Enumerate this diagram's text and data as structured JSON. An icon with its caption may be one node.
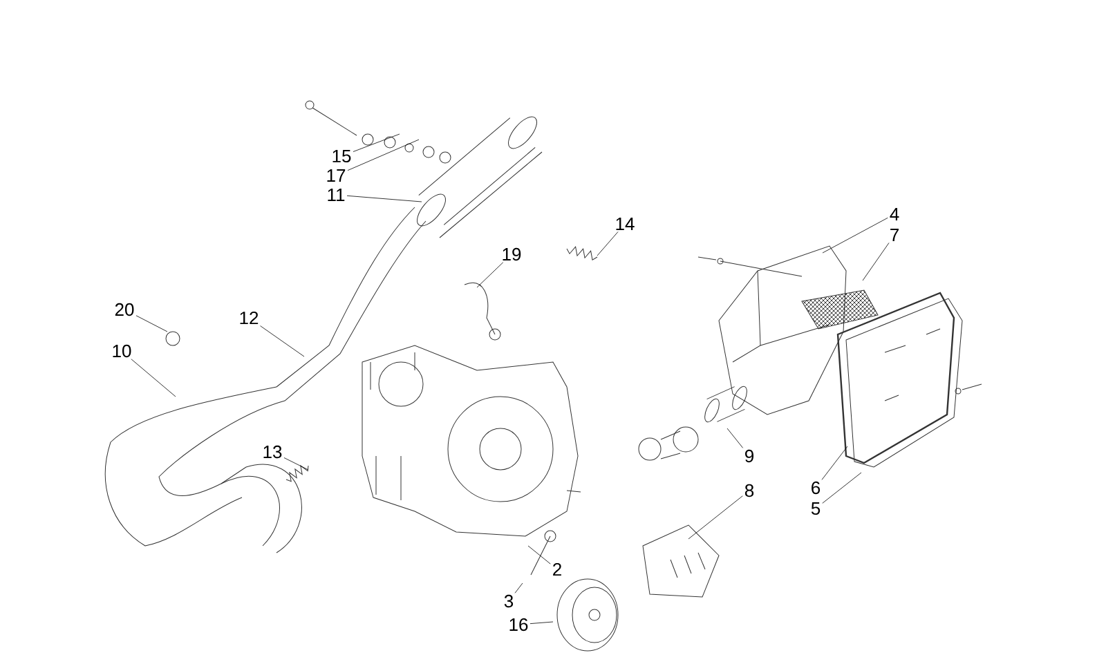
{
  "diagram": {
    "nodes": [
      {
        "text": [
          "15"
        ]
      },
      {
        "text": [
          "17"
        ]
      },
      {
        "text": [
          "11"
        ]
      },
      {
        "text": [
          "14"
        ]
      },
      {
        "text": [
          "4"
        ]
      },
      {
        "text": [
          "7"
        ]
      },
      {
        "text": [
          "19"
        ]
      },
      {
        "text": [
          "20"
        ]
      },
      {
        "text": [
          "10"
        ]
      },
      {
        "text": [
          "12"
        ]
      },
      {
        "text": [
          "13"
        ]
      },
      {
        "text": [
          "9"
        ]
      },
      {
        "text": [
          "8"
        ]
      },
      {
        "text": [
          "6"
        ]
      },
      {
        "text": [
          "5"
        ]
      },
      {
        "text": [
          "2"
        ]
      },
      {
        "text": [
          "3"
        ]
      },
      {
        "text": [
          "16"
        ]
      }
    ],
    "edges": [
      {
        "from": 0,
        "to": null,
        "arrow": "none"
      },
      {
        "from": 1,
        "to": null,
        "arrow": "none"
      },
      {
        "from": 2,
        "to": null,
        "arrow": "none"
      },
      {
        "from": 3,
        "to": null,
        "arrow": "none"
      },
      {
        "from": 4,
        "to": null,
        "arrow": "none"
      },
      {
        "from": 5,
        "to": null,
        "arrow": "none"
      },
      {
        "from": 6,
        "to": null,
        "arrow": "none"
      },
      {
        "from": 7,
        "to": null,
        "arrow": "none"
      },
      {
        "from": 8,
        "to": null,
        "arrow": "none"
      },
      {
        "from": 9,
        "to": null,
        "arrow": "none"
      },
      {
        "from": 10,
        "to": null,
        "arrow": "none"
      },
      {
        "from": 11,
        "to": null,
        "arrow": "none"
      },
      {
        "from": 12,
        "to": null,
        "arrow": "none"
      },
      {
        "from": 13,
        "to": null,
        "arrow": "none"
      },
      {
        "from": 14,
        "to": null,
        "arrow": "none"
      },
      {
        "from": 15,
        "to": null,
        "arrow": "none"
      },
      {
        "from": 16,
        "to": null,
        "arrow": "none"
      },
      {
        "from": 17,
        "to": null,
        "arrow": "none"
      }
    ]
  }
}
